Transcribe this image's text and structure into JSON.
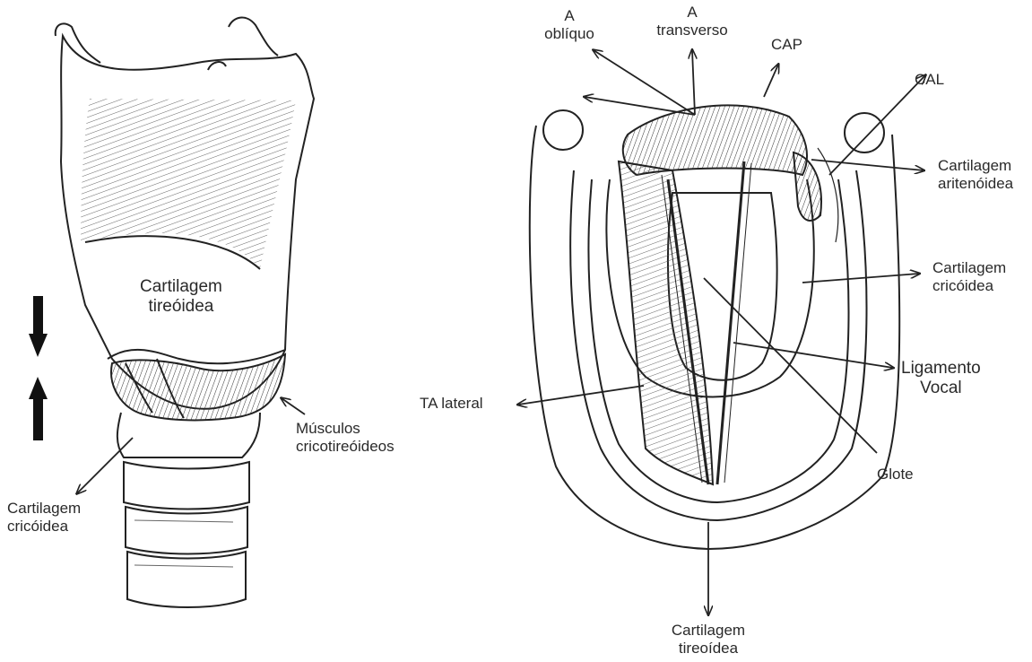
{
  "left_figure": {
    "thyroid_label": [
      "Cartilagem",
      "tireóidea"
    ],
    "muscles_label": [
      "Músculos",
      "cricotireóideos"
    ],
    "cricoid_label": [
      "Cartilagem",
      "cricóidea"
    ]
  },
  "right_figure": {
    "a_obliquo": [
      "A",
      "oblíquo"
    ],
    "a_transverso": [
      "A",
      "transverso"
    ],
    "cap": "CAP",
    "cal": "CAL",
    "aritenoidea": [
      "Cartilagem",
      "aritenóidea"
    ],
    "cricoidea": [
      "Cartilagem",
      "cricóidea"
    ],
    "ligamento": [
      "Ligamento",
      "Vocal"
    ],
    "ta_lateral": "TA lateral",
    "glote": "Glote",
    "tireoidea": [
      "Cartilagem",
      "tireoídea"
    ]
  }
}
